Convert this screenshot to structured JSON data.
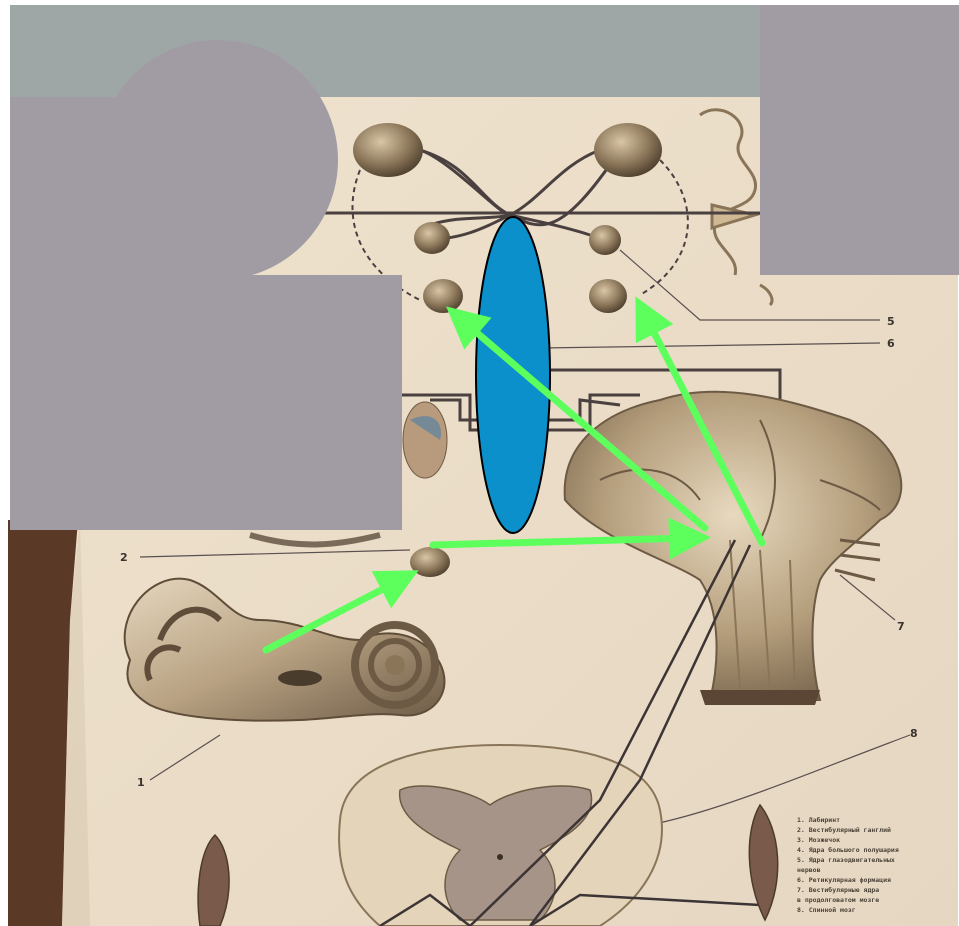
{
  "poster": {
    "number_labels": [
      "1",
      "2",
      "5",
      "6",
      "7",
      "8"
    ],
    "legend_lines": [
      "1. Лабиринт",
      "2. Вестибулярный ганглий",
      "3. Мозжечок",
      "4. Ядра большого полушария",
      "5. Ядра глазодвигательных",
      "   нервов",
      "6. Ретикулярная формация",
      "7. Вестибулярные ядра",
      "   в продолговатом мозге",
      "8. Спинной мозг"
    ]
  },
  "overlays": {
    "occluder_color": "#a19ca3",
    "top_band_color": "#9ea6a6",
    "oval_color": "#0b90cc",
    "arrow_color": "#5cff5c",
    "arrow_count": 4
  }
}
